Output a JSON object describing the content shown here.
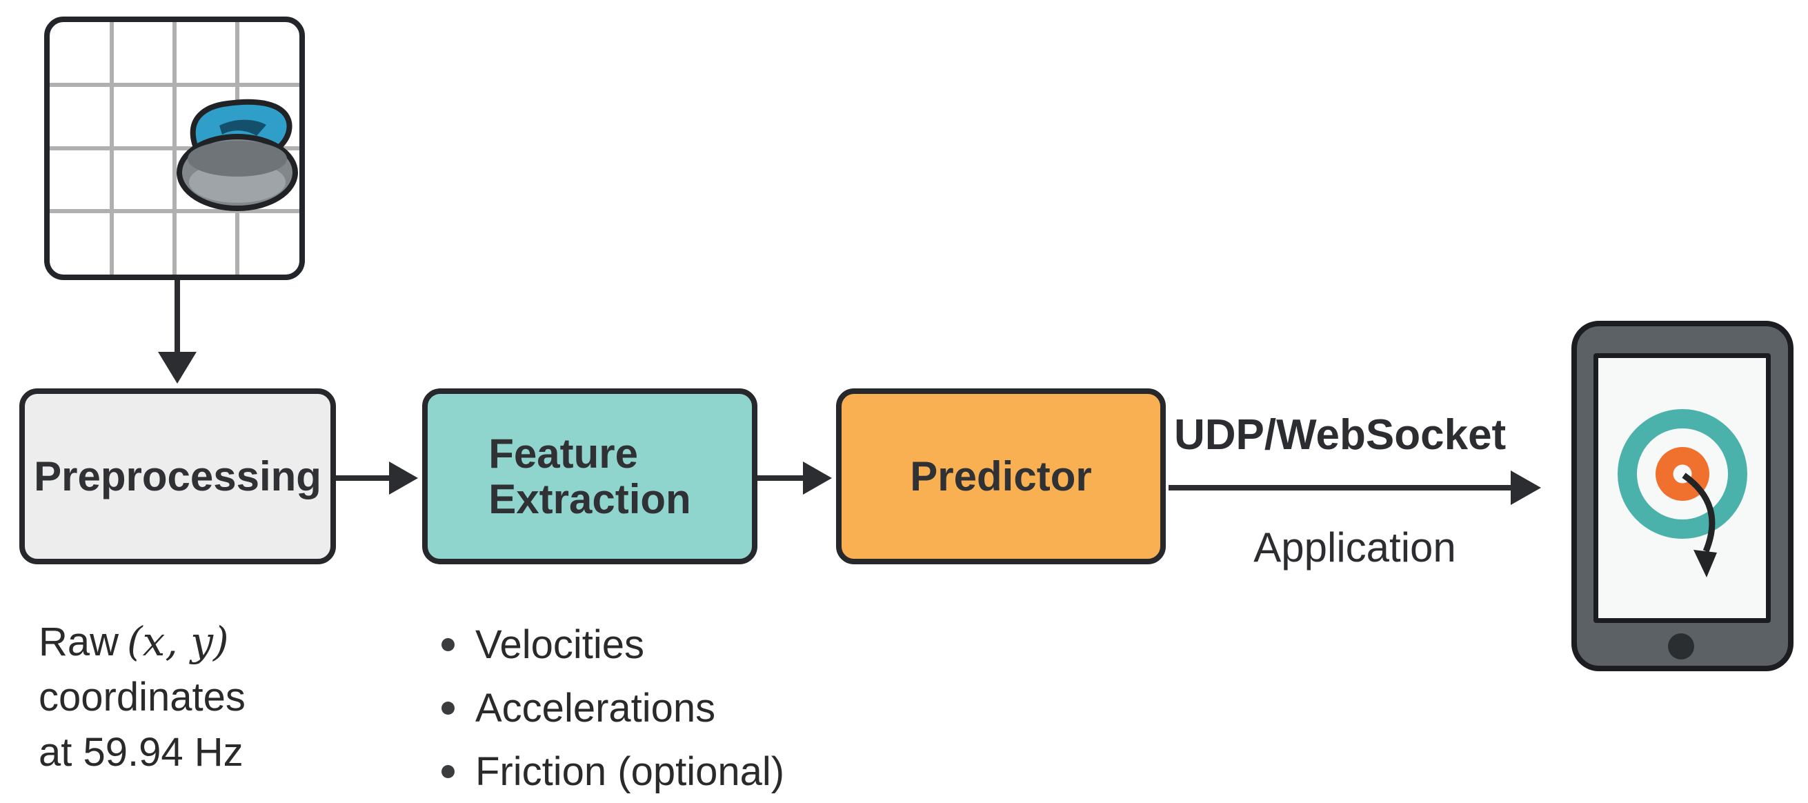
{
  "boxes": {
    "preprocessing": {
      "label": "Preprocessing"
    },
    "feature_extraction": {
      "line1": "Feature",
      "line2": "Extraction"
    },
    "predictor": {
      "label": "Predictor"
    }
  },
  "arrow_labels": {
    "transport": "UDP/WebSocket",
    "application": "Application"
  },
  "input_caption": {
    "prefix": "Raw",
    "math": "(x, y)",
    "line2": "coordinates",
    "line3": "at 59.94 Hz"
  },
  "features": {
    "items": [
      "Velocities",
      "Accelerations",
      "Friction (optional)"
    ]
  },
  "icons": {
    "source": "curling-sheet-grid",
    "stone": "curling-stone",
    "device": "tablet",
    "screen_graphic": "target-with-curved-arrow"
  },
  "colors": {
    "ink": "#2b2d30",
    "box_border": "#26282b",
    "box_gray": "#ededed",
    "box_teal": "#8fd5cd",
    "box_orange": "#f8b052",
    "grid_line": "#b0b0b0",
    "stone_body": "#82878b",
    "stone_body_dark": "#6e7478",
    "stone_body_light": "#9ea4a8",
    "stone_handle_blue": "#2f9fc9",
    "stone_handle_notch": "#14506b",
    "tablet_body": "#5c6166",
    "tablet_outline": "#1b1d20",
    "screen_bg": "#f7f8f8",
    "target_teal": "#4bb2ab",
    "target_orange": "#f0712d",
    "bullet_dot": "#3a3c3e"
  }
}
